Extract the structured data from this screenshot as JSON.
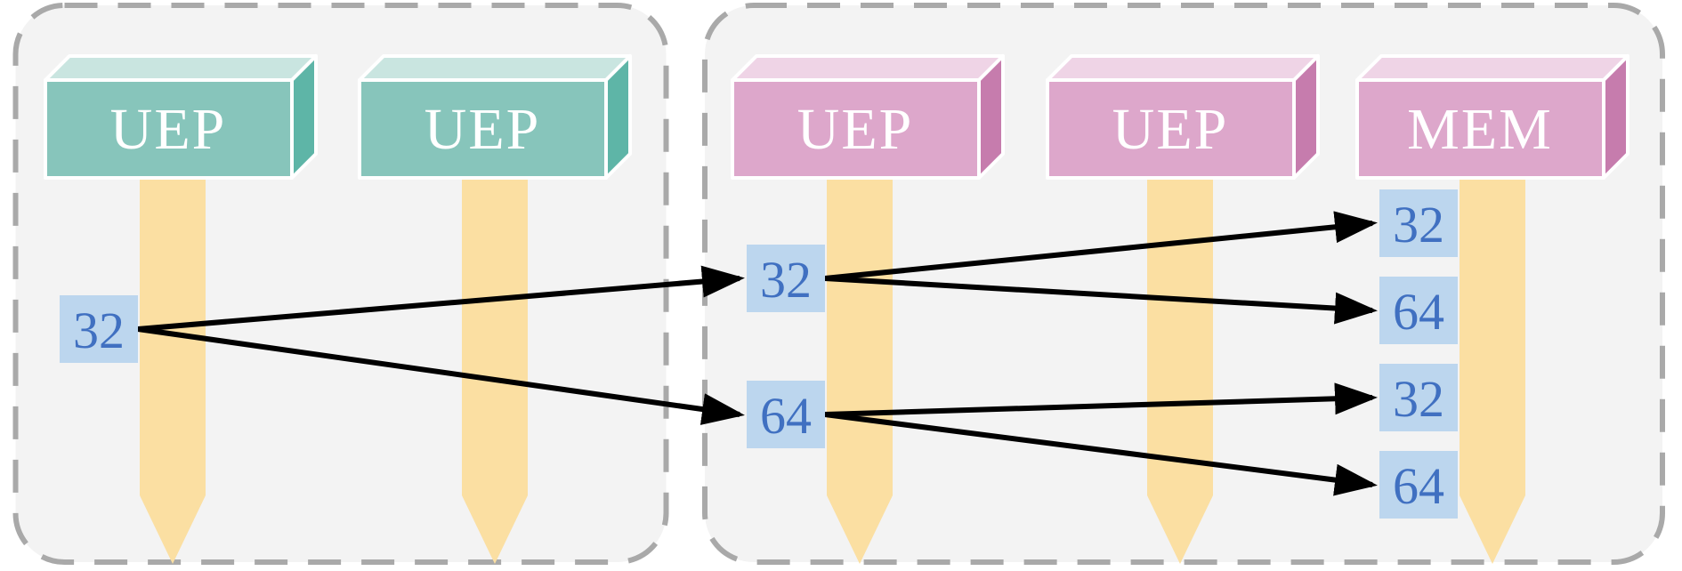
{
  "figure": {
    "left_panel": {
      "boxes": [
        {
          "label": "UEP"
        },
        {
          "label": "UEP"
        }
      ],
      "input_tag": {
        "label": "32"
      }
    },
    "right_panel": {
      "boxes": [
        {
          "label": "UEP"
        },
        {
          "label": "UEP"
        },
        {
          "label": "MEM"
        }
      ],
      "uep_tags": [
        {
          "label": "32"
        },
        {
          "label": "64"
        }
      ],
      "mem_tags": [
        {
          "label": "32"
        },
        {
          "label": "64"
        },
        {
          "label": "32"
        },
        {
          "label": "64"
        }
      ]
    },
    "connections": [
      {
        "from": "left-input-tag-32",
        "to": "right-uep1-tag-32"
      },
      {
        "from": "left-input-tag-32",
        "to": "right-uep1-tag-64"
      },
      {
        "from": "right-uep1-tag-32",
        "to": "mem-tag-1-32"
      },
      {
        "from": "right-uep1-tag-32",
        "to": "mem-tag-2-64"
      },
      {
        "from": "right-uep1-tag-64",
        "to": "mem-tag-3-32"
      },
      {
        "from": "right-uep1-tag-64",
        "to": "mem-tag-4-64"
      }
    ]
  },
  "colors": {
    "background": "#ffffff",
    "panel_fill": "#f3f3f3",
    "panel_border": "#a9a9a9",
    "teal_front": "#87c5bb",
    "teal_top": "#c9e5e0",
    "teal_side": "#5eb5a7",
    "pink_front": "#dda7cb",
    "pink_top": "#efd4e6",
    "pink_side": "#c67cad",
    "stream_yellow": "#fbdfa2",
    "tag_fill": "#bcd6ee",
    "tag_text": "#4070c1",
    "box_text": "#ffffff",
    "connector": "#000000"
  }
}
